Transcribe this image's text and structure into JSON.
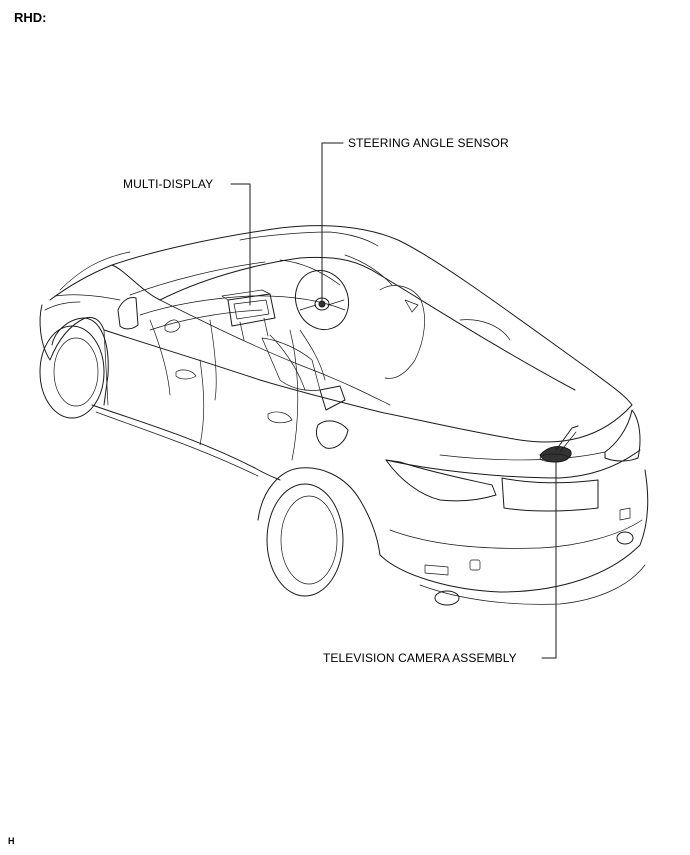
{
  "header": {
    "title": "RHD:"
  },
  "labels": {
    "steering_angle_sensor": "STEERING ANGLE SENSOR",
    "multi_display": "MULTI-DISPLAY",
    "television_camera_assembly": "TELEVISION CAMERA ASSEMBLY"
  },
  "footer": {
    "code": "H"
  }
}
